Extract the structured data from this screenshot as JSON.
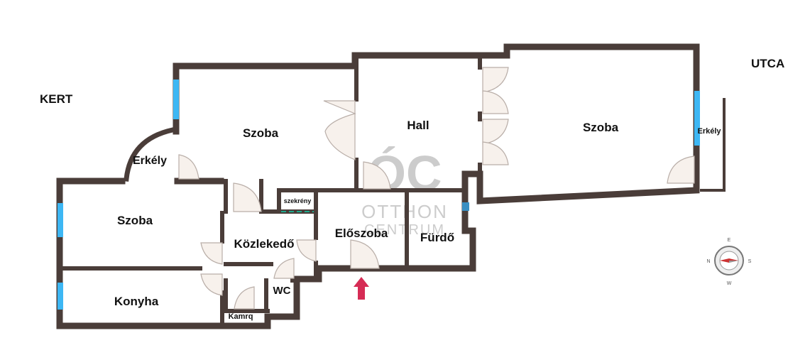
{
  "outside": {
    "garden": "KERT",
    "street": "UTCA"
  },
  "rooms": {
    "szoba_main": "Szoba",
    "hall": "Hall",
    "szoba_right": "Szoba",
    "erkely_right": "Erkély",
    "erkely_left": "Erkély",
    "szoba_left": "Szoba",
    "konyha": "Konyha",
    "kozlekedo": "Közlekedő",
    "eloszoba": "Előszoba",
    "furdo": "Fürdő",
    "wc": "WC",
    "kamra": "Kamrq",
    "szekreny": "szekrény"
  },
  "watermark": {
    "logo": "ÓC",
    "line1": "OTTHON",
    "line2": "CENTRUM"
  },
  "compass": {
    "n": "N",
    "e": "E",
    "s": "S",
    "w": "W"
  },
  "colors": {
    "wall": "#4a3d39",
    "window": "#3db7f4",
    "door_fill": "#f7f1ec",
    "entrance_arrow": "#d62c55",
    "closet_line": "#1fa88c"
  },
  "icons": {
    "entrance": "up-arrow-icon",
    "compass": "compass-icon"
  }
}
